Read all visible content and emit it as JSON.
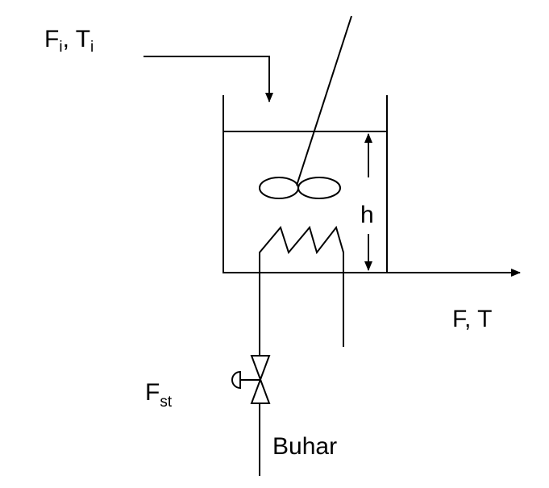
{
  "labels": {
    "inlet": {
      "F": "F",
      "F_sub": "i",
      "sep": ", T",
      "T_sub": "i"
    },
    "level": "h",
    "outlet": "F, T",
    "steam_flow": {
      "F": "F",
      "F_sub": "st"
    },
    "steam": "Buhar"
  },
  "colors": {
    "line": "#000000",
    "background": "#ffffff"
  },
  "icons": {
    "valve": "control-valve-icon",
    "impeller": "impeller-icon",
    "coil": "heating-coil-icon"
  }
}
